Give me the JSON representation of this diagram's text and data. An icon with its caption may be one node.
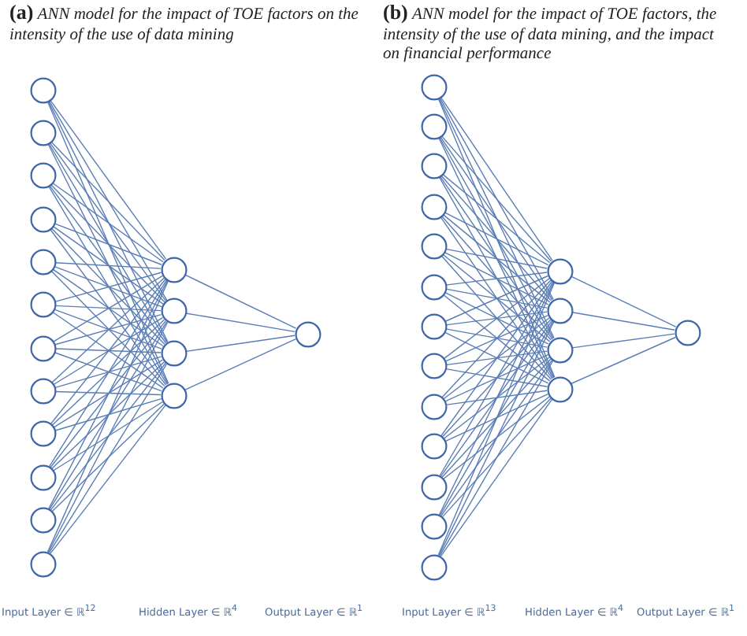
{
  "diagram": {
    "nodes": [
      {
        "text": [],
        "shape": "circle"
      },
      {
        "text": [],
        "shape": "circle"
      },
      {
        "text": [],
        "shape": "circle"
      },
      {
        "text": [],
        "shape": "circle"
      },
      {
        "text": [],
        "shape": "circle"
      },
      {
        "text": [],
        "shape": "circle"
      },
      {
        "text": [],
        "shape": "circle"
      },
      {
        "text": [],
        "shape": "circle"
      },
      {
        "text": [],
        "shape": "circle"
      },
      {
        "text": [],
        "shape": "circle"
      },
      {
        "text": [],
        "shape": "circle"
      },
      {
        "text": [],
        "shape": "circle"
      },
      {
        "text": [],
        "shape": "circle"
      },
      {
        "text": [],
        "shape": "circle"
      },
      {
        "text": [],
        "shape": "circle"
      },
      {
        "text": [],
        "shape": "circle"
      },
      {
        "text": [],
        "shape": "circle"
      },
      {
        "text": [],
        "shape": "circle"
      },
      {
        "text": [],
        "shape": "circle"
      },
      {
        "text": [],
        "shape": "circle"
      },
      {
        "text": [],
        "shape": "circle"
      },
      {
        "text": [],
        "shape": "circle"
      },
      {
        "text": [],
        "shape": "circle"
      },
      {
        "text": [],
        "shape": "circle"
      },
      {
        "text": [],
        "shape": "circle"
      },
      {
        "text": [],
        "shape": "circle"
      },
      {
        "text": [],
        "shape": "circle"
      },
      {
        "text": [],
        "shape": "circle"
      },
      {
        "text": [],
        "shape": "circle"
      },
      {
        "text": [],
        "shape": "circle"
      },
      {
        "text": [],
        "shape": "circle"
      },
      {
        "text": [],
        "shape": "circle"
      },
      {
        "text": [],
        "shape": "circle"
      },
      {
        "text": [],
        "shape": "circle"
      },
      {
        "text": [],
        "shape": "circle"
      }
    ],
    "edges": [
      {
        "from": 0,
        "to": 12,
        "arrow": "none"
      },
      {
        "from": 0,
        "to": 13,
        "arrow": "none"
      },
      {
        "from": 0,
        "to": 14,
        "arrow": "none"
      },
      {
        "from": 0,
        "to": 15,
        "arrow": "none"
      },
      {
        "from": 1,
        "to": 12,
        "arrow": "none"
      },
      {
        "from": 1,
        "to": 13,
        "arrow": "none"
      },
      {
        "from": 1,
        "to": 14,
        "arrow": "none"
      },
      {
        "from": 1,
        "to": 15,
        "arrow": "none"
      },
      {
        "from": 2,
        "to": 12,
        "arrow": "none"
      },
      {
        "from": 2,
        "to": 13,
        "arrow": "none"
      },
      {
        "from": 2,
        "to": 14,
        "arrow": "none"
      },
      {
        "from": 2,
        "to": 15,
        "arrow": "none"
      },
      {
        "from": 3,
        "to": 12,
        "arrow": "none"
      },
      {
        "from": 3,
        "to": 13,
        "arrow": "none"
      },
      {
        "from": 3,
        "to": 14,
        "arrow": "none"
      },
      {
        "from": 3,
        "to": 15,
        "arrow": "none"
      },
      {
        "from": 4,
        "to": 12,
        "arrow": "none"
      },
      {
        "from": 4,
        "to": 13,
        "arrow": "none"
      },
      {
        "from": 4,
        "to": 14,
        "arrow": "none"
      },
      {
        "from": 4,
        "to": 15,
        "arrow": "none"
      },
      {
        "from": 5,
        "to": 12,
        "arrow": "none"
      },
      {
        "from": 5,
        "to": 13,
        "arrow": "none"
      },
      {
        "from": 5,
        "to": 14,
        "arrow": "none"
      },
      {
        "from": 5,
        "to": 15,
        "arrow": "none"
      },
      {
        "from": 6,
        "to": 12,
        "arrow": "none"
      },
      {
        "from": 6,
        "to": 13,
        "arrow": "none"
      },
      {
        "from": 6,
        "to": 14,
        "arrow": "none"
      },
      {
        "from": 6,
        "to": 15,
        "arrow": "none"
      },
      {
        "from": 7,
        "to": 12,
        "arrow": "none"
      },
      {
        "from": 7,
        "to": 13,
        "arrow": "none"
      },
      {
        "from": 7,
        "to": 14,
        "arrow": "none"
      },
      {
        "from": 7,
        "to": 15,
        "arrow": "none"
      },
      {
        "from": 8,
        "to": 12,
        "arrow": "none"
      },
      {
        "from": 8,
        "to": 13,
        "arrow": "none"
      },
      {
        "from": 8,
        "to": 14,
        "arrow": "none"
      },
      {
        "from": 8,
        "to": 15,
        "arrow": "none"
      },
      {
        "from": 9,
        "to": 12,
        "arrow": "none"
      },
      {
        "from": 9,
        "to": 13,
        "arrow": "none"
      },
      {
        "from": 9,
        "to": 14,
        "arrow": "none"
      },
      {
        "from": 9,
        "to": 15,
        "arrow": "none"
      },
      {
        "from": 10,
        "to": 12,
        "arrow": "none"
      },
      {
        "from": 10,
        "to": 13,
        "arrow": "none"
      },
      {
        "from": 10,
        "to": 14,
        "arrow": "none"
      },
      {
        "from": 10,
        "to": 15,
        "arrow": "none"
      },
      {
        "from": 11,
        "to": 12,
        "arrow": "none"
      },
      {
        "from": 11,
        "to": 13,
        "arrow": "none"
      },
      {
        "from": 11,
        "to": 14,
        "arrow": "none"
      },
      {
        "from": 11,
        "to": 15,
        "arrow": "none"
      },
      {
        "from": 12,
        "to": 16,
        "arrow": "none"
      },
      {
        "from": 13,
        "to": 16,
        "arrow": "none"
      },
      {
        "from": 14,
        "to": 16,
        "arrow": "none"
      },
      {
        "from": 15,
        "to": 16,
        "arrow": "none"
      },
      {
        "from": 17,
        "to": 30,
        "arrow": "none"
      },
      {
        "from": 17,
        "to": 31,
        "arrow": "none"
      },
      {
        "from": 17,
        "to": 32,
        "arrow": "none"
      },
      {
        "from": 17,
        "to": 33,
        "arrow": "none"
      },
      {
        "from": 18,
        "to": 30,
        "arrow": "none"
      },
      {
        "from": 18,
        "to": 31,
        "arrow": "none"
      },
      {
        "from": 18,
        "to": 32,
        "arrow": "none"
      },
      {
        "from": 18,
        "to": 33,
        "arrow": "none"
      },
      {
        "from": 19,
        "to": 30,
        "arrow": "none"
      },
      {
        "from": 19,
        "to": 31,
        "arrow": "none"
      },
      {
        "from": 19,
        "to": 32,
        "arrow": "none"
      },
      {
        "from": 19,
        "to": 33,
        "arrow": "none"
      },
      {
        "from": 20,
        "to": 30,
        "arrow": "none"
      },
      {
        "from": 20,
        "to": 31,
        "arrow": "none"
      },
      {
        "from": 20,
        "to": 32,
        "arrow": "none"
      },
      {
        "from": 20,
        "to": 33,
        "arrow": "none"
      },
      {
        "from": 21,
        "to": 30,
        "arrow": "none"
      },
      {
        "from": 21,
        "to": 31,
        "arrow": "none"
      },
      {
        "from": 21,
        "to": 32,
        "arrow": "none"
      },
      {
        "from": 21,
        "to": 33,
        "arrow": "none"
      },
      {
        "from": 22,
        "to": 30,
        "arrow": "none"
      },
      {
        "from": 22,
        "to": 31,
        "arrow": "none"
      },
      {
        "from": 22,
        "to": 32,
        "arrow": "none"
      },
      {
        "from": 22,
        "to": 33,
        "arrow": "none"
      },
      {
        "from": 23,
        "to": 30,
        "arrow": "none"
      },
      {
        "from": 23,
        "to": 31,
        "arrow": "none"
      },
      {
        "from": 23,
        "to": 32,
        "arrow": "none"
      },
      {
        "from": 23,
        "to": 33,
        "arrow": "none"
      },
      {
        "from": 24,
        "to": 30,
        "arrow": "none"
      },
      {
        "from": 24,
        "to": 31,
        "arrow": "none"
      },
      {
        "from": 24,
        "to": 32,
        "arrow": "none"
      },
      {
        "from": 24,
        "to": 33,
        "arrow": "none"
      },
      {
        "from": 25,
        "to": 30,
        "arrow": "none"
      },
      {
        "from": 25,
        "to": 31,
        "arrow": "none"
      },
      {
        "from": 25,
        "to": 32,
        "arrow": "none"
      },
      {
        "from": 25,
        "to": 33,
        "arrow": "none"
      },
      {
        "from": 26,
        "to": 30,
        "arrow": "none"
      },
      {
        "from": 26,
        "to": 31,
        "arrow": "none"
      },
      {
        "from": 26,
        "to": 32,
        "arrow": "none"
      },
      {
        "from": 26,
        "to": 33,
        "arrow": "none"
      },
      {
        "from": 27,
        "to": 30,
        "arrow": "none"
      },
      {
        "from": 27,
        "to": 31,
        "arrow": "none"
      },
      {
        "from": 27,
        "to": 32,
        "arrow": "none"
      },
      {
        "from": 27,
        "to": 33,
        "arrow": "none"
      },
      {
        "from": 28,
        "to": 30,
        "arrow": "none"
      },
      {
        "from": 28,
        "to": 31,
        "arrow": "none"
      },
      {
        "from": 28,
        "to": 32,
        "arrow": "none"
      },
      {
        "from": 28,
        "to": 33,
        "arrow": "none"
      },
      {
        "from": 29,
        "to": 30,
        "arrow": "none"
      },
      {
        "from": 29,
        "to": 31,
        "arrow": "none"
      },
      {
        "from": 29,
        "to": 32,
        "arrow": "none"
      },
      {
        "from": 29,
        "to": 33,
        "arrow": "none"
      },
      {
        "from": 30,
        "to": 34,
        "arrow": "none"
      },
      {
        "from": 31,
        "to": 34,
        "arrow": "none"
      },
      {
        "from": 32,
        "to": 34,
        "arrow": "none"
      },
      {
        "from": 33,
        "to": 34,
        "arrow": "none"
      }
    ],
    "labels": [
      "**(a)** *ANN model for the impact of TOE factors on the intensity of the use of data mining*",
      "**(b)** *ANN model for the impact of TOE factors, the intensity of the use of data mining, and the impact on financial performance*",
      "Input Layer ∈ ℝ$^{12}$",
      "Hidden Layer ∈ ℝ$^{4}$",
      "Output Layer ∈ ℝ$^{1}$",
      "Input Layer ∈ ℝ$^{13}$",
      "Hidden Layer ∈ ℝ$^{4}$",
      "Output Layer ∈ ℝ$^{1}$"
    ]
  }
}
